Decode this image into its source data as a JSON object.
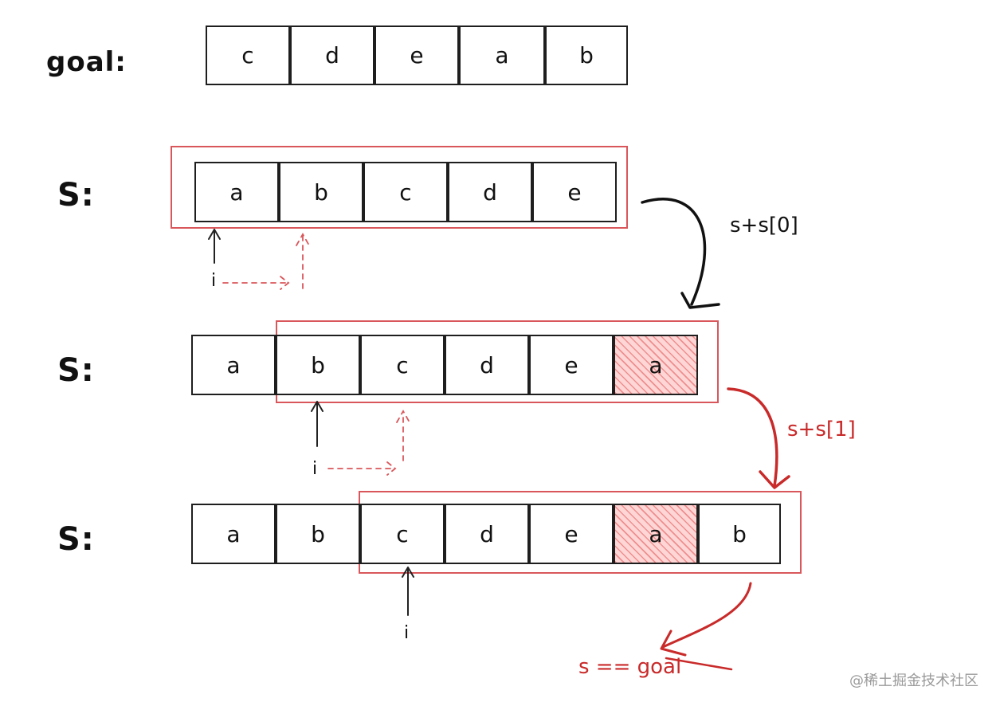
{
  "labels": {
    "goal": "goal:",
    "s1": "S:",
    "s2": "S:",
    "s3": "S:"
  },
  "goal_cells": [
    "c",
    "d",
    "e",
    "a",
    "b"
  ],
  "s1_cells": [
    "a",
    "b",
    "c",
    "d",
    "e"
  ],
  "s2_cells": [
    "a",
    "b",
    "c",
    "d",
    "e",
    "a"
  ],
  "s3_cells": [
    "a",
    "b",
    "c",
    "d",
    "e",
    "a",
    "b"
  ],
  "notes": {
    "step1": "s+s[0]",
    "step2": "s+s[1]",
    "result": "s == goal"
  },
  "pointers": {
    "p1": "i",
    "p2": "i",
    "p3": "i"
  },
  "colors": {
    "stroke": "#1e1e1e",
    "accent": "#d9575b",
    "highlight": "#e03131"
  },
  "watermark": "@稀土掘金技术社区"
}
